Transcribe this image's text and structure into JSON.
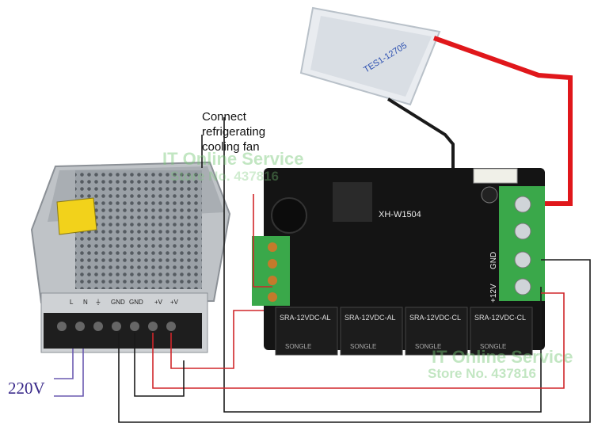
{
  "caption": {
    "line1": "Connect",
    "line2": "refrigerating",
    "line3": "cooling fan"
  },
  "voltage_label": "220V",
  "peltier_label": "TES1-12705",
  "board_model": "XH-W1504",
  "relay_labels": [
    "SRA-12VDC-AL",
    "SRA-12VDC-AL",
    "SRA-12VDC-CL",
    "SRA-12VDC-CL"
  ],
  "relay_brand": "SONGLE",
  "psu_terminals": [
    "L",
    "N",
    "⏚",
    "GND",
    "GND",
    "+V",
    "+V"
  ],
  "board_labels": {
    "v12": "+12V",
    "gnd": "GND"
  },
  "watermark": {
    "line1": "IT Online Service",
    "line2": "Store No. 437816"
  },
  "colors": {
    "wire_red": "#e0171b",
    "wire_dark": "#1a1a1a",
    "board": "#141414",
    "terminal_green": "#3aa84a",
    "relay_body": "#1c1c1c"
  }
}
